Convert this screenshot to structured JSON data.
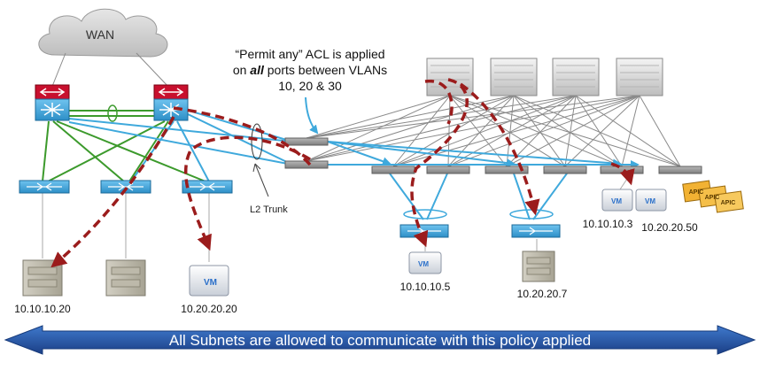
{
  "wan_label": "WAN",
  "acl_note": {
    "line1": "“Permit any” ACL is applied",
    "line2_pre": "on ",
    "line2_em": "all",
    "line2_post": " ports between VLANs",
    "line3": "10, 20 & 30"
  },
  "trunk_label": "L2 Trunk",
  "hosts": {
    "left_server": "10.10.10.20",
    "left_vm": "10.20.20.20",
    "fabric_vm_1": "10.10.10.5",
    "fabric_server": "10.20.20.7",
    "fabric_vm_2": "10.10.10.3",
    "fabric_vm_3": "10.20.20.50"
  },
  "vm_badge": "VM",
  "apic_badge": "APIC",
  "banner": "All Subnets are allowed to communicate with this policy applied",
  "colors": {
    "link_blue": "#3fa9dc",
    "link_green": "#3c9a2c",
    "link_gray": "#8a8a8a",
    "flow_red": "#9b1c1c",
    "core_red": "#c8102e",
    "banner_blue": "#1f4e9c"
  }
}
